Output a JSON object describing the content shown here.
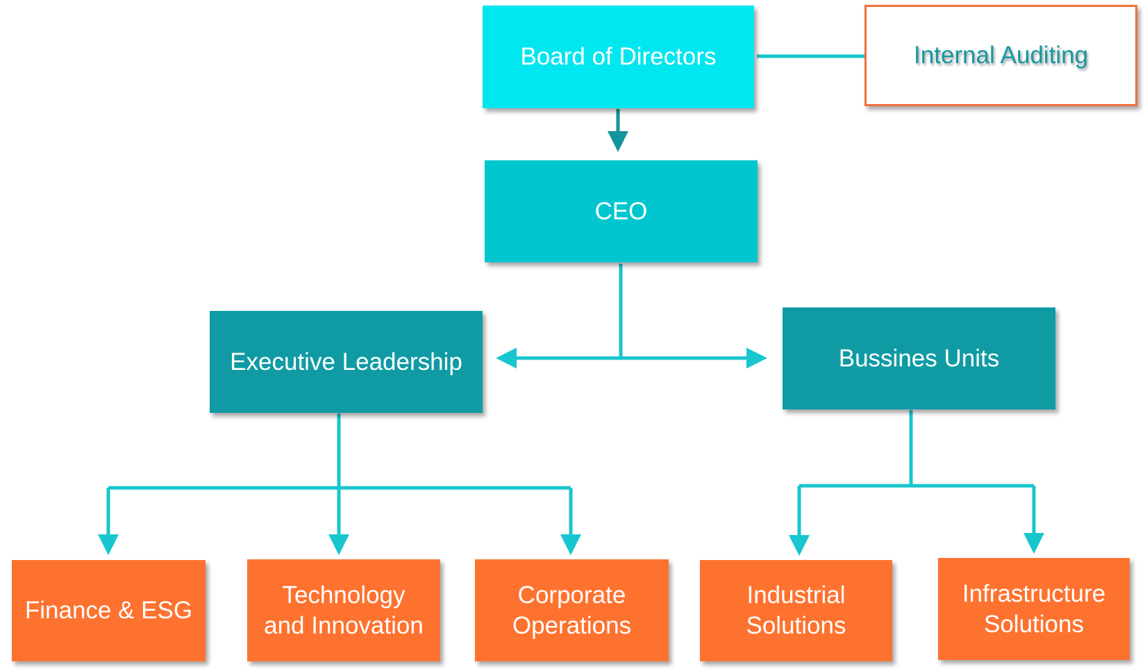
{
  "colors": {
    "board": "#00E7F0",
    "ceo": "#00C7CF",
    "mid_level": "#109BA4",
    "departments": "#FE722F",
    "audit_border": "#F36F3A",
    "audit_text": "#17979F",
    "connector": "#17C6CE",
    "arrow_dark": "#13959C"
  },
  "nodes": {
    "board": "Board of Directors",
    "internal_auditing": "Internal Auditing",
    "ceo": "CEO",
    "executive_leadership": "Executive Leadership",
    "business_units": "Bussines Units",
    "finance_esg": "Finance & ESG",
    "technology_innovation": "Technology\nand Innovation",
    "corporate_operations": "Corporate\nOperations",
    "industrial_solutions": "Industrial\nSolutions",
    "infrastructure_solutions": "Infrastructure\nSolutions"
  }
}
